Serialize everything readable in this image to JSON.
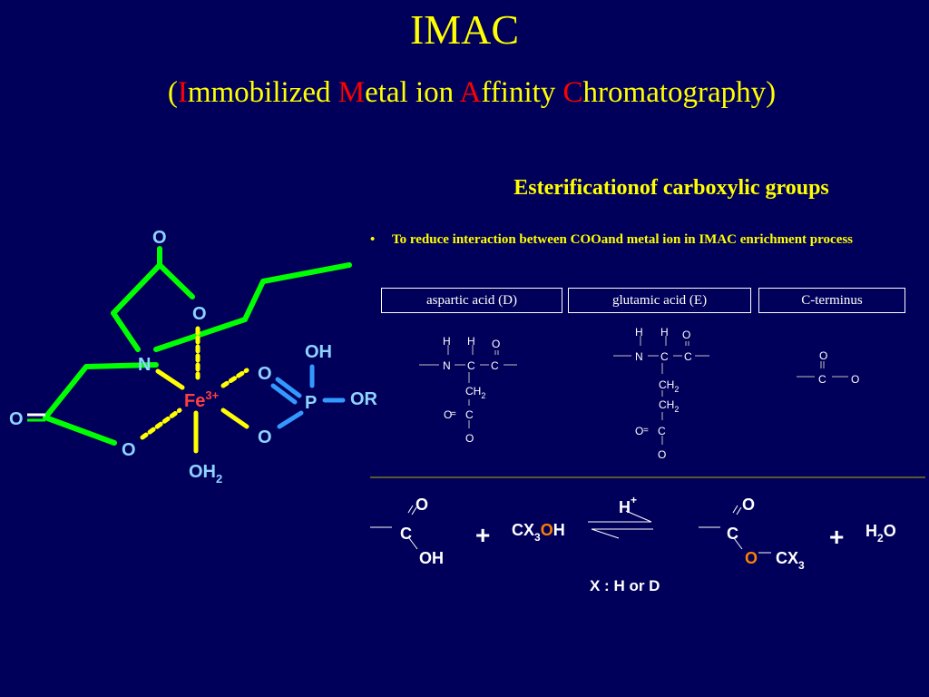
{
  "title": "IMAC",
  "subtitle": {
    "open": "(",
    "i_cap": "I",
    "i_rest": "mmobilized ",
    "m_cap": "M",
    "m_rest": "etal ion ",
    "a_cap": "A",
    "a_rest": "ffinity ",
    "c_cap": "C",
    "c_rest": "hromatography)"
  },
  "heading": "Esterificationof carboxylic groups",
  "bullet": {
    "marker": "•",
    "text": "To reduce interaction between COOand metal ion in IMAC enrichment process"
  },
  "boxes": {
    "aspartic": "aspartic acid (D)",
    "glutamic": "glutamic acid (E)",
    "cterm": "C-terminus"
  },
  "complex": {
    "o_top": "O",
    "o_upper": "O",
    "n": "N",
    "o_left": "O",
    "o_lower": "O",
    "fe": "Fe",
    "fe_charge": "3+",
    "oh2": "OH",
    "oh2_sub": "2",
    "p": "P",
    "oh": "OH",
    "or": "OR",
    "o_p_top": "O",
    "o_p_bottom": "O"
  },
  "small": {
    "h": "H",
    "o": "O",
    "n": "N",
    "c": "C",
    "ch": "CH",
    "sub2": "2",
    "eq": "="
  },
  "reaction": {
    "o": "O",
    "c": "C",
    "oh": "OH",
    "plus": "+",
    "cx": "CX",
    "sub3": "3",
    "h_catalyst": "H",
    "plus_sup": "+",
    "h2o_h": "H",
    "h2o_sub": "2",
    "h2o_o": "O",
    "note": "X : H or D"
  },
  "colors": {
    "background": "#00005a",
    "title": "#ffff00",
    "highlight": "#ff0000",
    "green_bond": "#00ff00",
    "yellow_bond": "#ffff00",
    "blue_bond": "#3399ff",
    "atom_text": "#8fd3ff",
    "fe_color": "#ff4040",
    "ester_o": "#ff8000",
    "rule": "#b8b000"
  }
}
